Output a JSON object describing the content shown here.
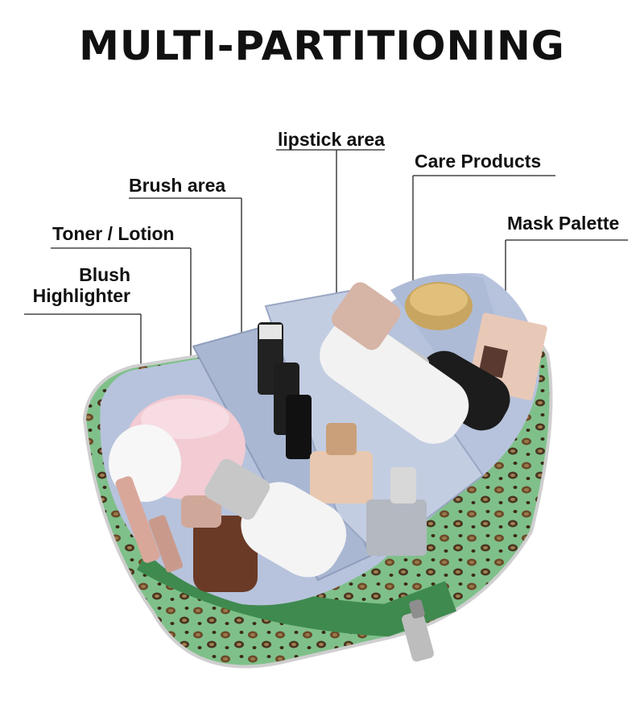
{
  "title": "MULTI-PARTITIONING",
  "labels": {
    "lipstick": "lipstick area",
    "care": "Care Products",
    "brush": "Brush area",
    "mask": "Mask Palette",
    "toner": "Toner / Lotion",
    "blush_line1": "Blush",
    "blush_line2": "Highlighter"
  },
  "colors": {
    "bag_green": "#3f8a4f",
    "bag_light_green": "#7fc08a",
    "lining": "#b7c3dc",
    "zipper": "#c9c9c9"
  }
}
